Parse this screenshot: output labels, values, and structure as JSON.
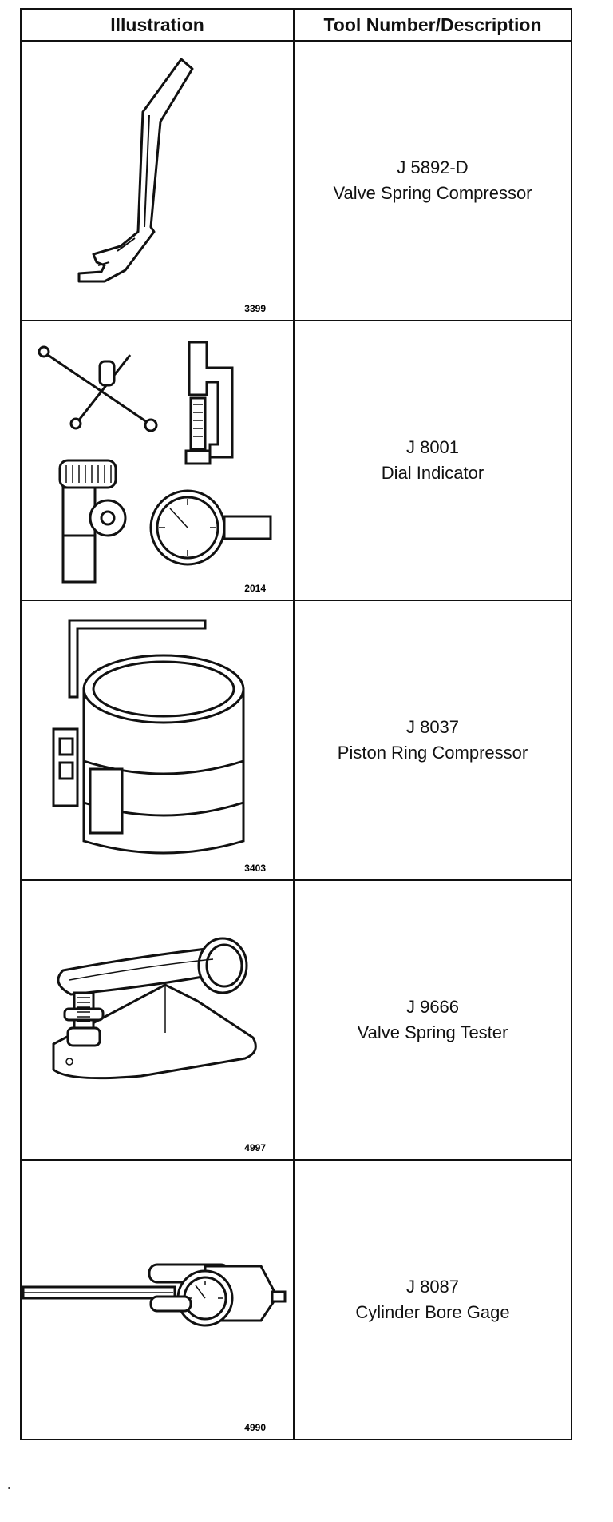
{
  "table": {
    "headers": [
      "Illustration",
      "Tool Number/Description"
    ],
    "rows": [
      {
        "figure": "3399",
        "icon": "valve-spring-compressor-drawing",
        "number": "J 5892-D",
        "description": "Valve Spring Compressor"
      },
      {
        "figure": "2014",
        "icon": "dial-indicator-set-drawing",
        "number": "J 8001",
        "description": "Dial Indicator"
      },
      {
        "figure": "3403",
        "icon": "piston-ring-compressor-drawing",
        "number": "J 8037",
        "description": "Piston Ring Compressor"
      },
      {
        "figure": "4997",
        "icon": "valve-spring-tester-drawing",
        "number": "J 9666",
        "description": "Valve Spring Tester"
      },
      {
        "figure": "4990",
        "icon": "cylinder-bore-gage-drawing",
        "number": "J 8087",
        "description": "Cylinder Bore Gage"
      }
    ]
  }
}
